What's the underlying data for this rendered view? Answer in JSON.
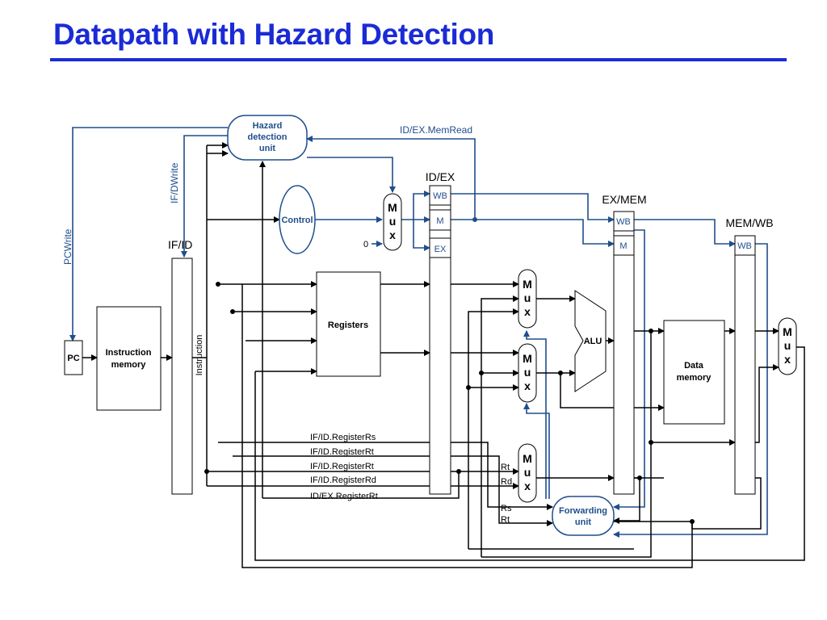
{
  "title": "Datapath with Hazard Detection",
  "blocks": {
    "hazard": [
      "Hazard",
      "detection",
      "unit"
    ],
    "control": "Control",
    "pc": "PC",
    "imem": [
      "Instruction",
      "memory"
    ],
    "registers": "Registers",
    "alu": "ALU",
    "dmem": [
      "Data",
      "memory"
    ],
    "forwarding": [
      "Forwarding",
      "unit"
    ],
    "mux": [
      "M",
      "u",
      "x"
    ]
  },
  "pipeline_registers": {
    "ifid": "IF/ID",
    "idex": "ID/EX",
    "exmem": "EX/MEM",
    "memwb": "MEM/WB"
  },
  "fields": {
    "wb": "WB",
    "m": "M",
    "ex": "EX"
  },
  "signals": {
    "memread": "ID/EX.MemRead",
    "ifdwrite": "IF/DWrite",
    "pcwrite": "PCWrite",
    "instruction": "Instruction",
    "zero": "0",
    "rs": "IF/ID.RegisterRs",
    "rt1": "IF/ID.RegisterRt",
    "rt2": "IF/ID.RegisterRt",
    "rd": "IF/ID.RegisterRd",
    "ex_rt": "ID/EX.RegisterRt",
    "rt_short": "Rt",
    "rd_short": "Rd",
    "rs_short": "Rs"
  },
  "colors": {
    "title": "#1a2bd6",
    "control_lines": "#1f4e8c"
  }
}
